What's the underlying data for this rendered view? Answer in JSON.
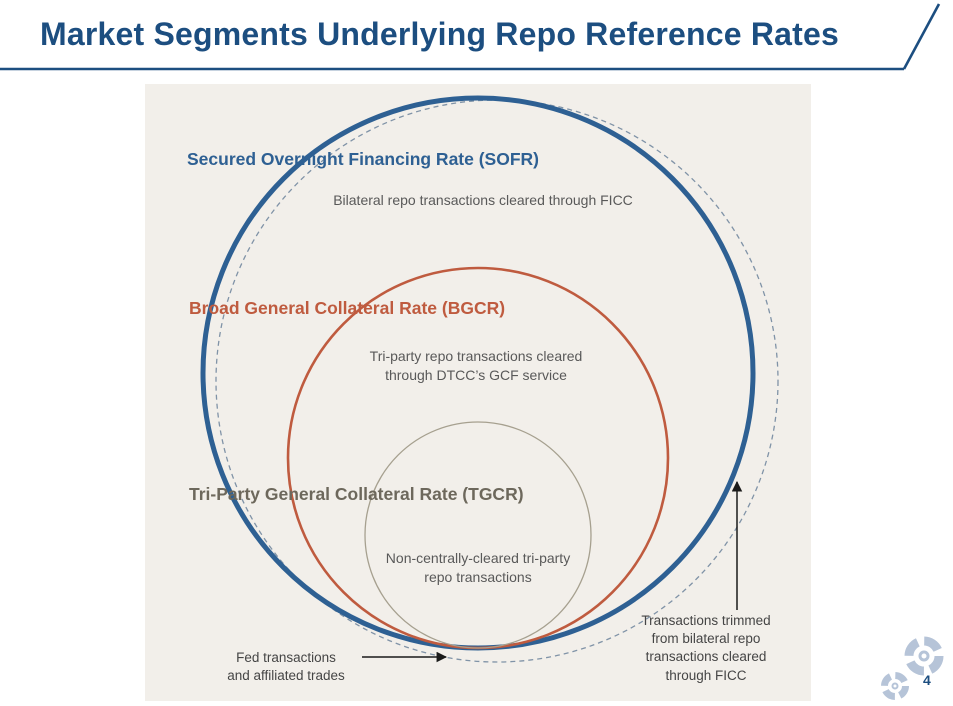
{
  "header": {
    "title": "Market Segments Underlying Repo Reference Rates"
  },
  "colors": {
    "title": "#1c4e80",
    "sofr": "#2e6093",
    "bgcr": "#bf5b3f",
    "tgcr": "#a6a08f",
    "dashed": "#8093a7",
    "arrow": "#1a1a1a",
    "panel_background": "#f2efea",
    "logo": "#b6c4d8"
  },
  "rings": [
    {
      "id": "sofr",
      "label": "Secured Overnight Financing Rate (SOFR)",
      "description": "Bilateral repo transactions cleared through FICC"
    },
    {
      "id": "bgcr",
      "label": "Broad General Collateral Rate (BGCR)",
      "description": "Tri-party repo transactions cleared\nthrough DTCC’s GCF service"
    },
    {
      "id": "tgcr",
      "label": "Tri-Party General Collateral Rate (TGCR)",
      "description": "Non-centrally-cleared tri-party\nrepo transactions"
    }
  ],
  "annotations": {
    "fed": "Fed transactions\nand affiliated trades",
    "trimmed": "Transactions trimmed\nfrom bilateral repo\ntransactions cleared\nthrough FICC"
  },
  "footer": {
    "page_number": "4"
  }
}
